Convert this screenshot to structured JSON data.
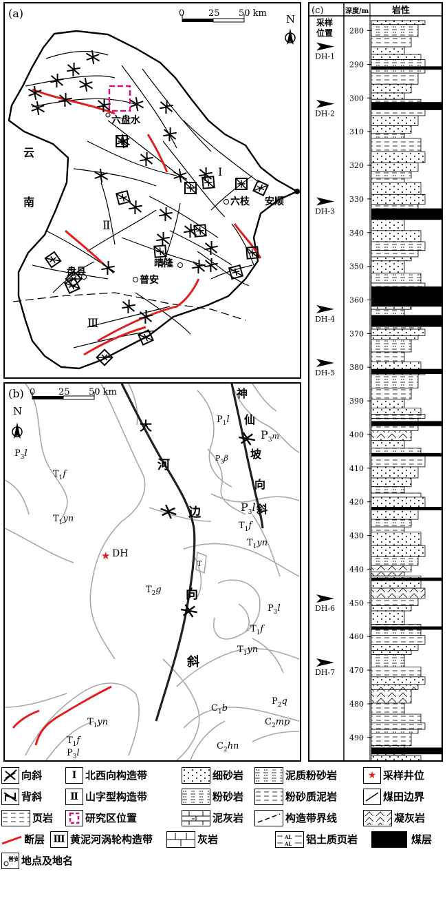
{
  "panelA": {
    "tag": "(a)",
    "north": "N",
    "scale": {
      "t0": "0",
      "t1": "25",
      "t2": "50 km"
    },
    "region_left_1": "云",
    "region_left_2": "南",
    "zone_1": "Ⅰ",
    "zone_2": "Ⅱ",
    "zone_3": "Ⅲ",
    "places": {
      "liupanshui": "六盘水",
      "liuzhi": "六枝",
      "anshun": "安顺",
      "qinglong": "晴隆",
      "panxian": "盘县",
      "puan": "普安"
    }
  },
  "panelB": {
    "tag": "(b)",
    "north": "N",
    "scale": {
      "t0": "0",
      "t1": "25",
      "t2": "50 km"
    },
    "syncline_a_chars": [
      "大",
      "河",
      "边",
      "向",
      "斜"
    ],
    "syncline_b_chars": [
      "神",
      "仙",
      "坡",
      "向",
      "斜"
    ],
    "well_label": "DH",
    "formations": {
      "P3l_a": "P",
      "P3l_a_sub": "3",
      "P3l_a_suf": "l",
      "T1f_a": "T",
      "T1f_a_sub": "1",
      "T1f_a_suf": "f",
      "T1yn_a": "T",
      "T1yn_a_sub": "1",
      "T1yn_a_suf": "yn",
      "T2g": "T",
      "T2g_sub": "2",
      "T2g_suf": "g",
      "P1l": "P",
      "P1l_sub": "1",
      "P1l_suf": "l",
      "P3m": "P",
      "P3m_sub": "3",
      "P3m_suf": "m",
      "P3b": "P",
      "P3b_sub": "3",
      "P3b_suf": "β",
      "P3l_b": "P",
      "P3l_b_sub": "3",
      "P3l_b_suf": "l",
      "T1f_b": "T",
      "T1f_b_sub": "1",
      "T1f_b_suf": "f",
      "T1yn_b": "T",
      "T1yn_b_sub": "1",
      "T1yn_b_suf": "yn",
      "T_small": "T",
      "P3l_c": "P",
      "P3l_c_sub": "3",
      "P3l_c_suf": "l",
      "T1f_c": "T",
      "T1f_c_sub": "1",
      "T1f_c_suf": "f",
      "T1yn_c": "T",
      "T1yn_c_sub": "1",
      "T1yn_c_suf": "yn",
      "C1b": "C",
      "C1b_sub": "1",
      "C1b_suf": "b",
      "P2q": "P",
      "P2q_sub": "2",
      "P2q_suf": "q",
      "C2mp": "C",
      "C2mp_sub": "2",
      "C2mp_suf": "mp",
      "C2hn": "C",
      "C2hn_sub": "2",
      "C2hn_suf": "hn",
      "T1yn_d": "T",
      "T1yn_d_sub": "1",
      "T1yn_d_suf": "yn",
      "T1f_d": "T",
      "T1f_d_sub": "1",
      "T1f_d_suf": "f",
      "P3l_d": "P",
      "P3l_d_sub": "3",
      "P3l_d_suf": "l"
    }
  },
  "panelC": {
    "tag": "(c)",
    "header_depth": "深度/m",
    "header_lith": "岩性",
    "header_sample_1": "采样",
    "header_sample_2": "位置",
    "depth_ticks": [
      280,
      290,
      300,
      310,
      320,
      330,
      340,
      350,
      360,
      370,
      380,
      390,
      400,
      410,
      420,
      430,
      440,
      450,
      460,
      470,
      480,
      490
    ],
    "depth_range_m": [
      276,
      497
    ],
    "samples": [
      {
        "label": "DH-1",
        "depth": 288
      },
      {
        "label": "DH-2",
        "depth": 305
      },
      {
        "label": "DH-3",
        "depth": 334
      },
      {
        "label": "DH-4",
        "depth": 366
      },
      {
        "label": "DH-5",
        "depth": 382
      },
      {
        "label": "DH-6",
        "depth": 452
      },
      {
        "label": "DH-7",
        "depth": 471
      }
    ]
  },
  "legend": {
    "syncline": "向斜",
    "zone1_sym": "Ⅰ",
    "zone1": "北西向构造带",
    "fine_sandstone": "细砂岩",
    "muddy_siltstone": "泥质粉砂岩",
    "well": "采样井位",
    "anticline": "背斜",
    "zone2_sym": "Ⅱ",
    "zone2": "山字型构造带",
    "siltstone": "粉砂岩",
    "silty_mudstone": "粉砂质泥岩",
    "coalfield": "煤田边界",
    "shale": "页岩",
    "study_area": "研究区位置",
    "marl": "泥灰岩",
    "boundary": "构造带界线",
    "tuff": "凝灰岩",
    "fault": "断层",
    "zone3_sym": "Ⅲ",
    "zone3": "黄泥河涡轮构造带",
    "limestone": "灰岩",
    "bauxite_shale": "铝土质页岩",
    "coal": "煤层",
    "place_sym": "普安",
    "place": "地点及地名",
    "al_text": "AL"
  },
  "colors": {
    "fault": "#e02020",
    "study_area": "#d4147a",
    "geology_lines": "#a8a8a8",
    "coal": "#000000",
    "well": "#e02020"
  }
}
